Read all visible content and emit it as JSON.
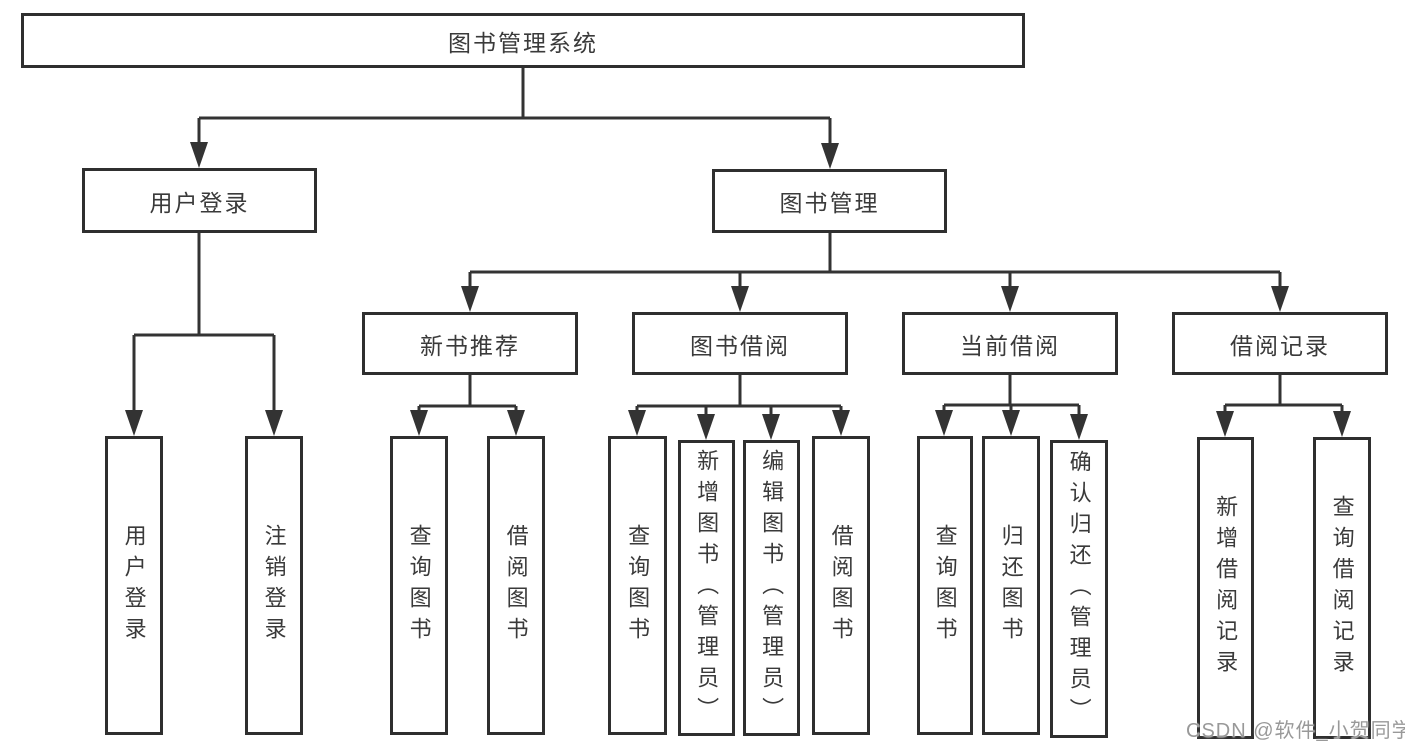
{
  "diagram": {
    "title": "图书管理系统",
    "tree": {
      "label": "图书管理系统",
      "children": [
        {
          "label": "用户登录",
          "children": [
            {
              "label": "用户登录"
            },
            {
              "label": "注销登录"
            }
          ]
        },
        {
          "label": "图书管理",
          "children": [
            {
              "label": "新书推荐",
              "children": [
                {
                  "label": "查询图书"
                },
                {
                  "label": "借阅图书"
                }
              ]
            },
            {
              "label": "图书借阅",
              "children": [
                {
                  "label": "查询图书"
                },
                {
                  "label": "新增图书（管理员）"
                },
                {
                  "label": "编辑图书（管理员）"
                },
                {
                  "label": "借阅图书"
                }
              ]
            },
            {
              "label": "当前借阅",
              "children": [
                {
                  "label": "查询图书"
                },
                {
                  "label": "归还图书"
                },
                {
                  "label": "确认归还（管理员）"
                }
              ]
            },
            {
              "label": "借阅记录",
              "children": [
                {
                  "label": "新增借阅记录"
                },
                {
                  "label": "查询借阅记录"
                }
              ]
            }
          ]
        }
      ]
    },
    "colors": {
      "line": "#333333",
      "box_border": "#2f2f2f",
      "text": "#3a3a3a",
      "background": "#ffffff",
      "watermark": "#999999"
    }
  },
  "watermark": {
    "text": "CSDN @软件_小贺同学"
  }
}
